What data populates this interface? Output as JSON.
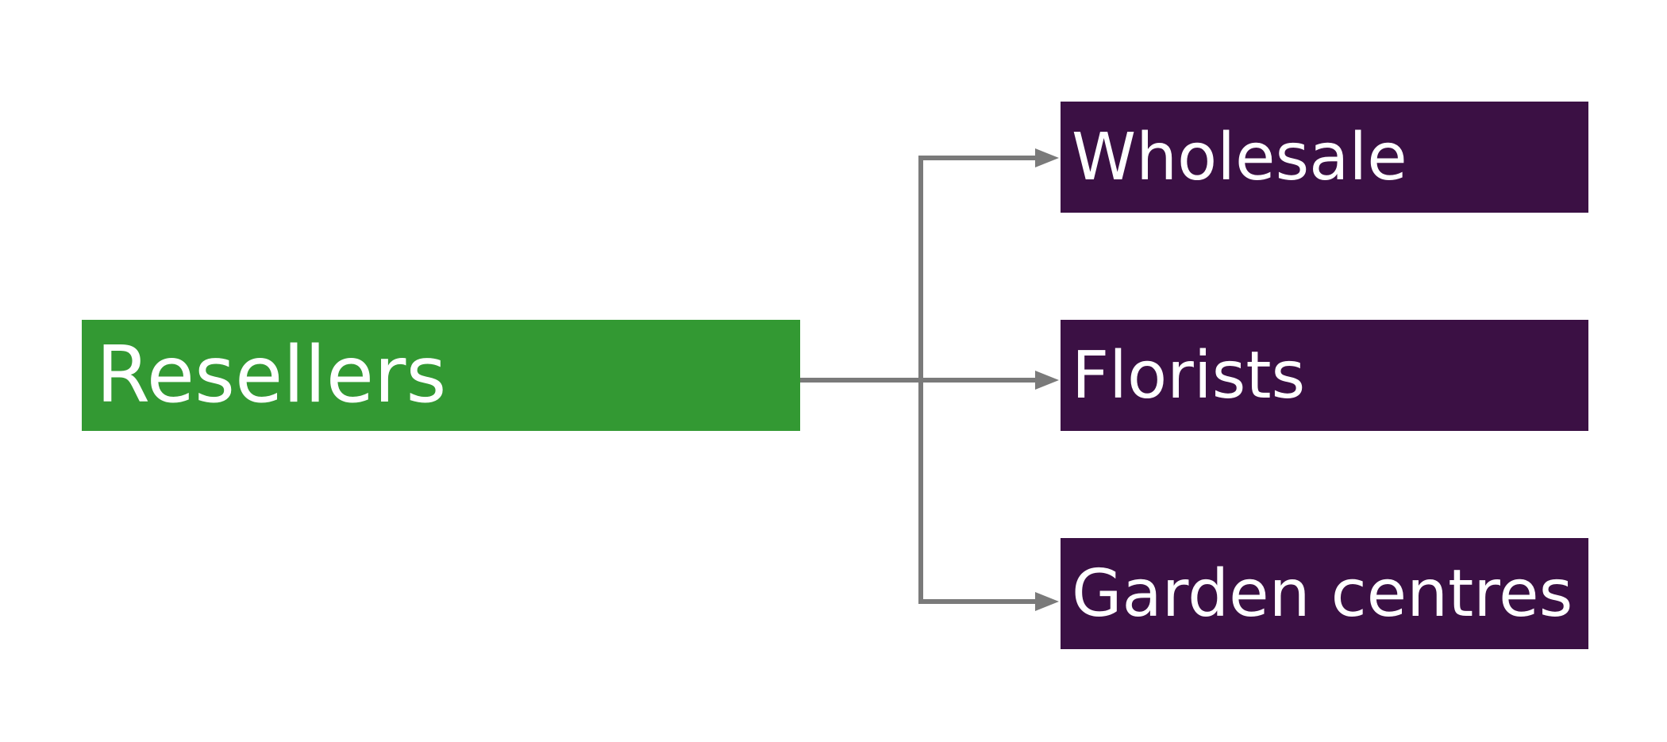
{
  "diagram": {
    "source": {
      "label": "Resellers",
      "color": "#339933"
    },
    "targets": [
      {
        "label": "Wholesale",
        "color": "#3b1044"
      },
      {
        "label": "Florists",
        "color": "#3b1044"
      },
      {
        "label": "Garden centres",
        "color": "#3b1044"
      }
    ],
    "connector_color": "#7a7a7a"
  }
}
